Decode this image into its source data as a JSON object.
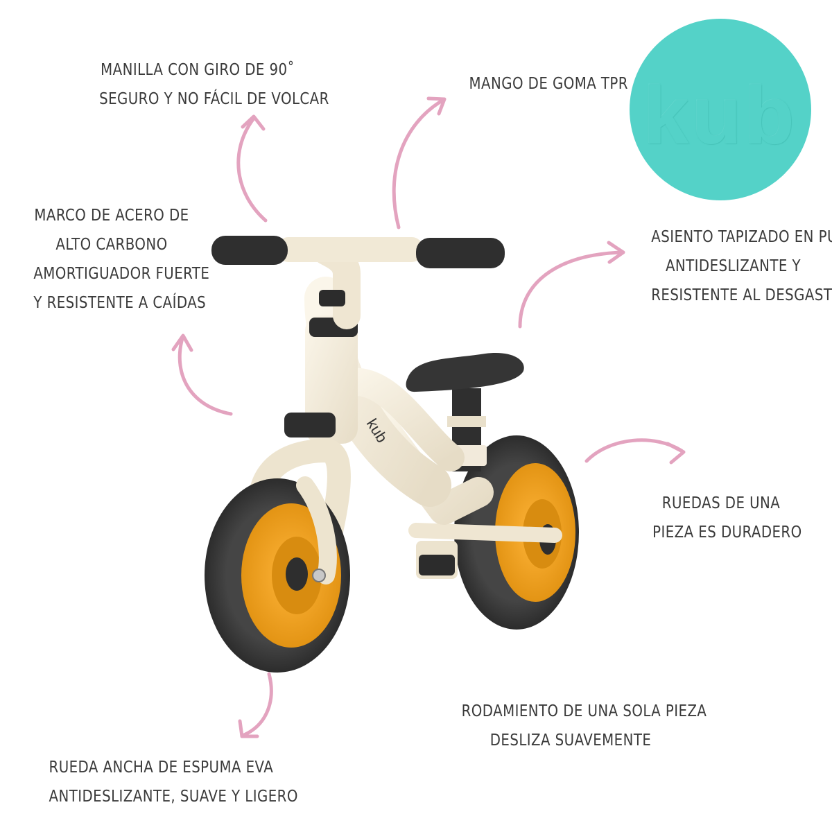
{
  "brand": {
    "logo_text": "kub",
    "frame_logo_text": "kub",
    "logo_color": "#54d2c8"
  },
  "colors": {
    "arrow": "#e3a3bf",
    "frame": "#f3ecdc",
    "tire": "#3c3c3c",
    "rim": "#f0a21a",
    "seat": "#353535",
    "text": "#3a3a3a"
  },
  "features": {
    "handlebar_rotation": [
      "MANILLA CON GIRO DE 90˚",
      "SEGURO Y NO FÁCIL DE VOLCAR"
    ],
    "rubber_grip": [
      "MANGO DE GOMA TPR"
    ],
    "steel_frame": [
      "MARCO DE ACERO DE",
      "ALTO CARBONO",
      "AMORTIGUADOR FUERTE",
      "Y RESISTENTE A CAÍDAS"
    ],
    "pu_seat": [
      "ASIENTO TAPIZADO EN PU",
      "ANTIDESLIZANTE Y",
      "RESISTENTE AL DESGASTE"
    ],
    "one_piece_wheels": [
      "RUEDAS DE UNA",
      "PIEZA ES DURADERO"
    ],
    "bearing": [
      "RODAMIENTO DE UNA SOLA PIEZA",
      "DESLIZA SUAVEMENTE"
    ],
    "eva_wheel": [
      "RUEDA ANCHA DE ESPUMA EVA",
      "ANTIDESLIZANTE, SUAVE Y LIGERO"
    ]
  }
}
